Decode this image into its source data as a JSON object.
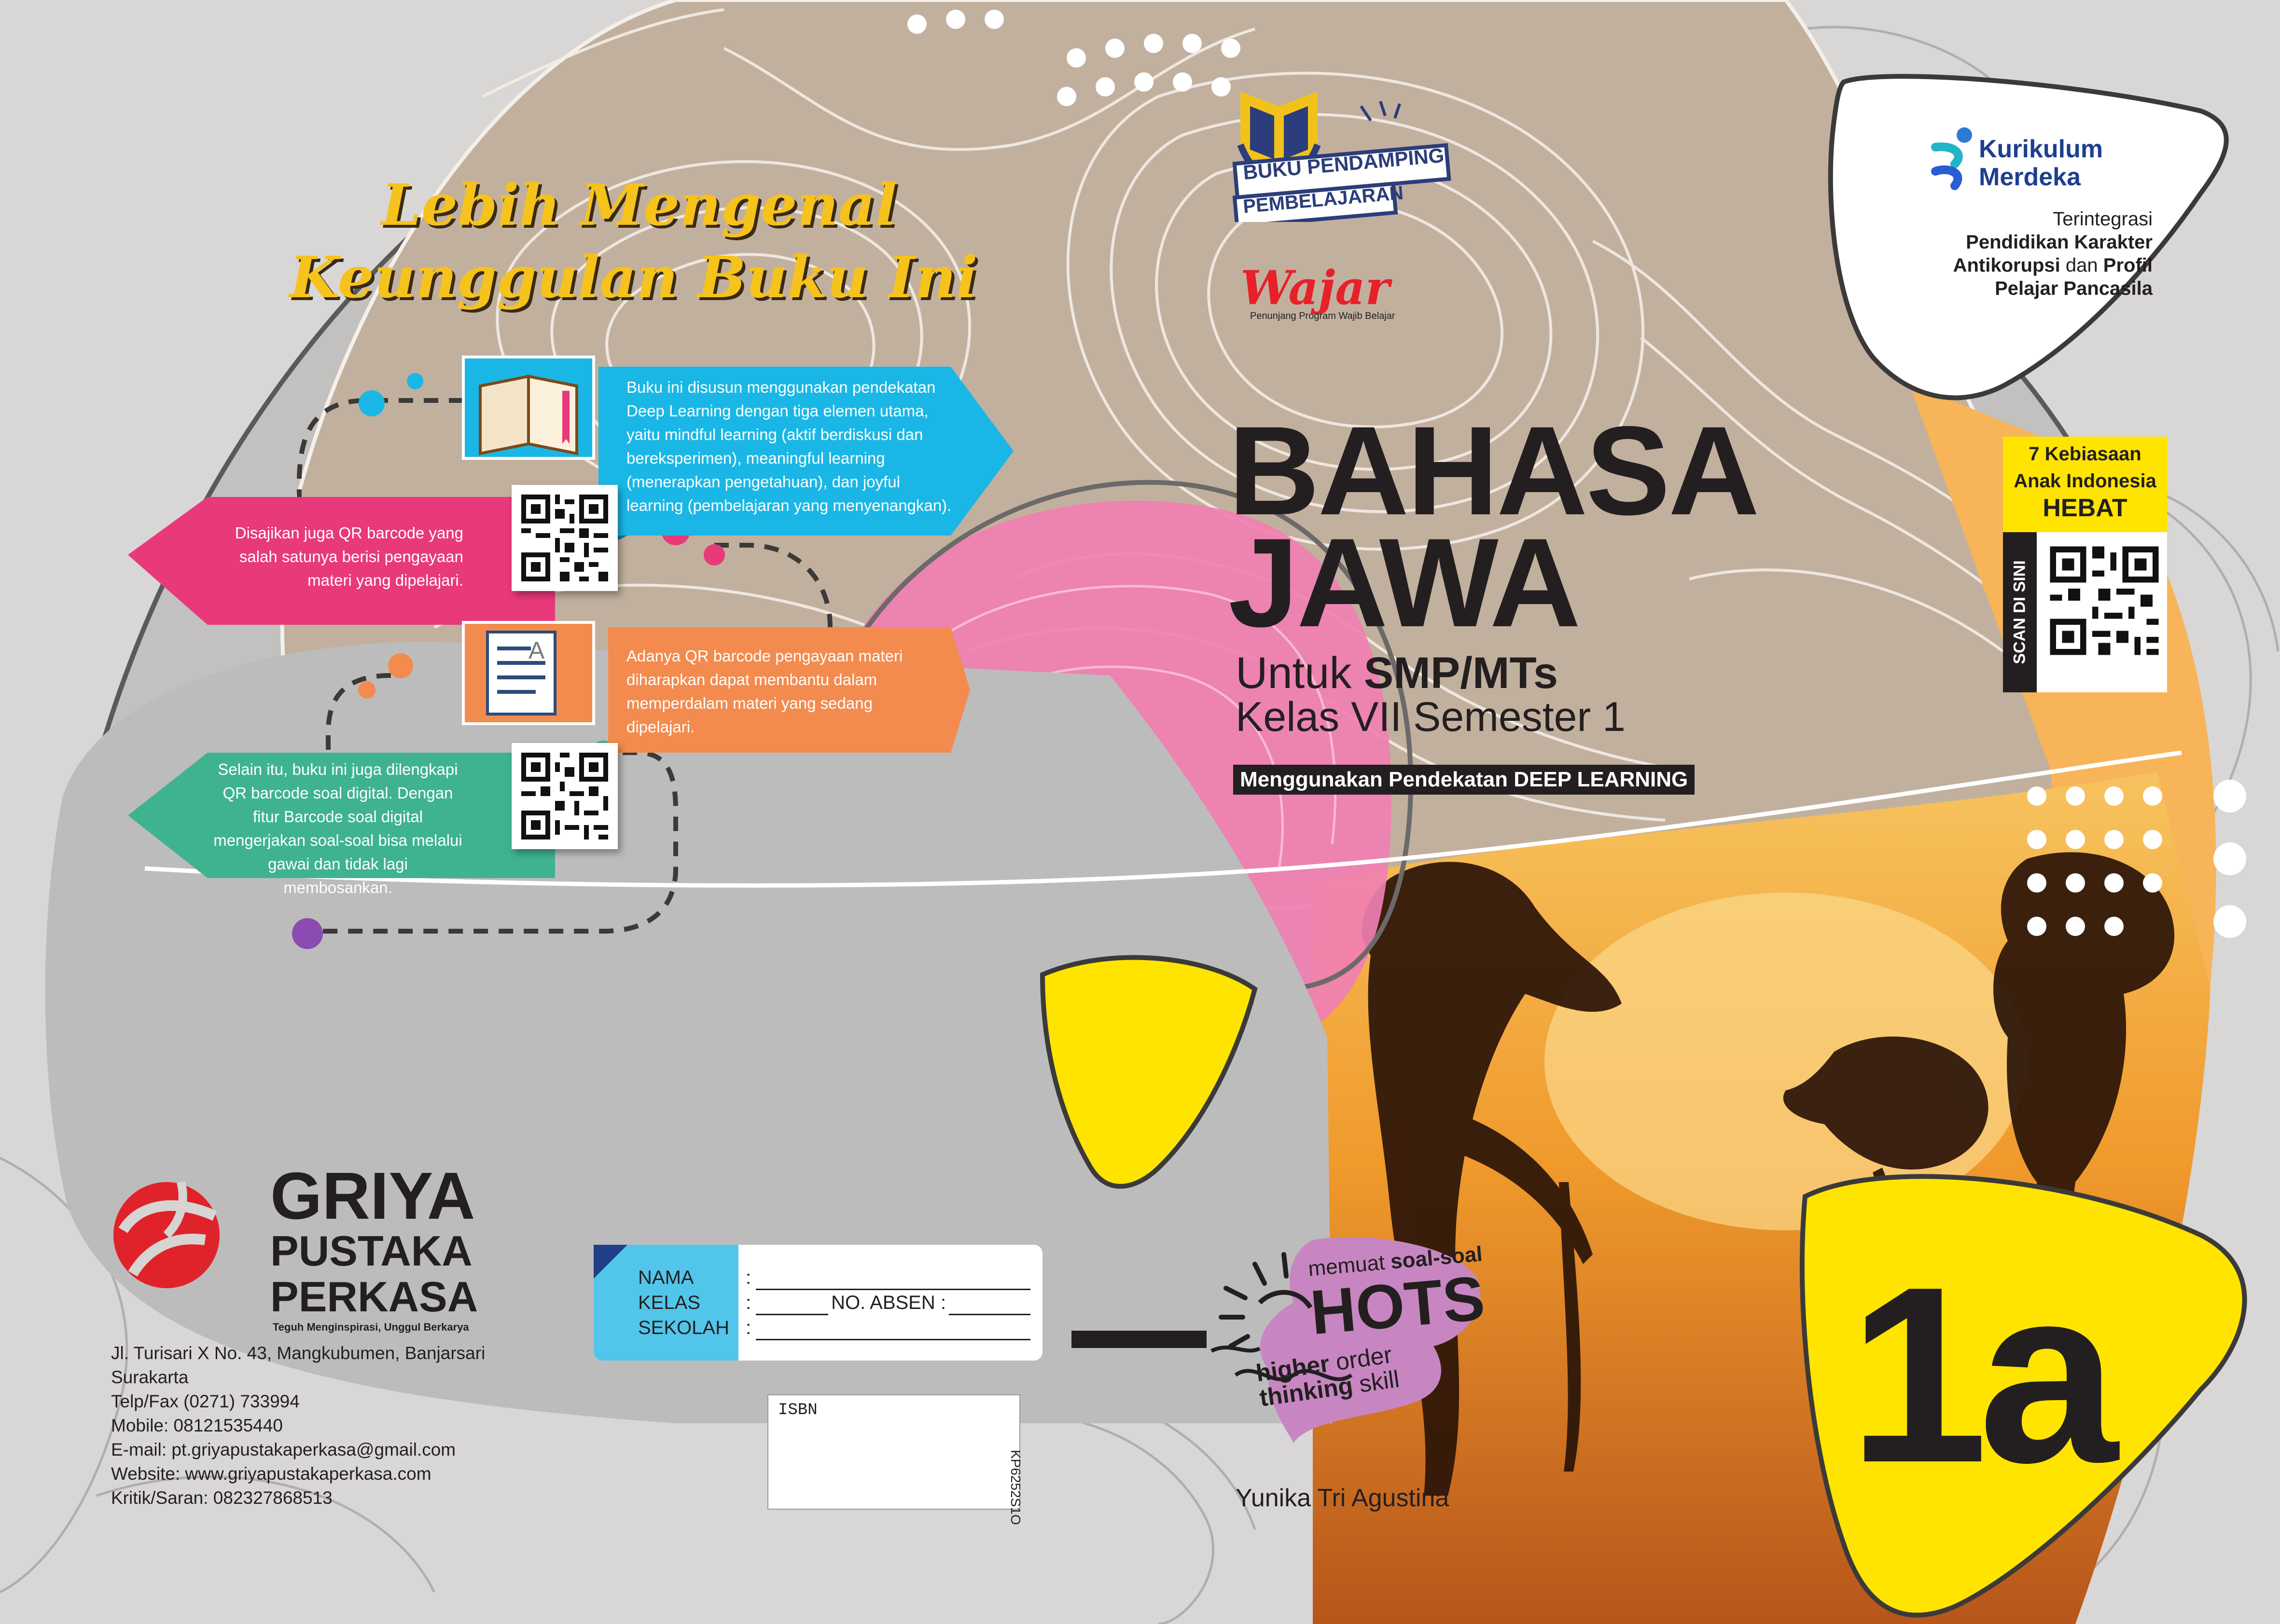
{
  "heading": {
    "line1": "Lebih Mengenal",
    "line2": "Keunggulan Buku Ini"
  },
  "features": [
    {
      "text": "Buku ini disusun menggunakan pendekatan Deep Learning dengan tiga elemen utama, yaitu mindful learning (aktif berdiskusi dan bereksperimen), meaningful learning (menerapkan pengetahuan), dan joyful learning (pembelajaran yang menyenangkan).",
      "color": "#1ab7e6"
    },
    {
      "text": "Disajikan juga QR barcode yang salah satunya berisi pengayaan materi yang dipelajari.",
      "color": "#e8397b"
    },
    {
      "text": "Adanya QR barcode pengayaan materi diharapkan dapat membantu dalam memperdalam materi yang sedang dipelajari.",
      "color": "#f38b4f"
    },
    {
      "text": "Selain itu, buku ini juga dilengkapi QR barcode soal digital. Dengan fitur Barcode soal digital mengerjakan soal-soal bisa melalui gawai dan tidak lagi membosankan.",
      "color": "#3fb38f"
    }
  ],
  "badge": {
    "line1": "BUKU PENDAMPING",
    "line2": "PEMBELAJARAN",
    "brand": "Wajar",
    "brand_sub": "Penunjang Program Wajib Belajar"
  },
  "kurikulum": {
    "name1": "Kurikulum",
    "name2": "Merdeka",
    "t1": "Terintegrasi",
    "t2": "Pendidikan Karakter",
    "t3a": "Antikorupsi",
    "t3b": " dan ",
    "t3c": "Profil",
    "t4": "Pelajar Pancasila"
  },
  "kebiasaan": {
    "line1": "7 Kebiasaan",
    "line2": "Anak Indonesia",
    "line3": "HEBAT",
    "scan": "SCAN DI SINI"
  },
  "title": {
    "line1": "BAHASA",
    "line2": "JAWA",
    "untuk": "Untuk ",
    "level": "SMP/MTs",
    "kelas": "Kelas VII Semester 1",
    "approach": "Menggunakan Pendekatan DEEP LEARNING"
  },
  "hots": {
    "top": "memuat ",
    "top_b": "soal-soal",
    "big": "HOTS",
    "l1": "higher ",
    "l1b": "order",
    "l2": "thinking ",
    "l2b": "skill"
  },
  "volume": "1a",
  "author": "Yunika Tri Agustina",
  "publisher": {
    "name1": "GRIYA",
    "name2": "PUSTAKA",
    "name3": "PERKASA",
    "tagline": "Teguh Menginspirasi, Unggul Berkarya",
    "address": [
      "Jl. Turisari X No. 43, Mangkubumen, Banjarsari",
      "Surakarta",
      "Telp/Fax (0271) 733994",
      "Mobile: 08121535440",
      "E-mail: pt.griyapustakaperkasa@gmail.com",
      "Website: www.griyapustakaperkasa.com",
      "Kritik/Saran: 082327868513"
    ]
  },
  "form": {
    "nama": "NAMA",
    "kelas": "KELAS",
    "sekolah": "SEKOLAH",
    "colon": ":",
    "absen": "NO. ABSEN :"
  },
  "isbn": {
    "label": "ISBN",
    "code": "KP6252S1O"
  },
  "colors": {
    "tan": "#c2b09e",
    "pink": "#f07fb2",
    "yellow": "#ffe400",
    "orange": "#f7b458",
    "gray": "#bdbcbc"
  }
}
